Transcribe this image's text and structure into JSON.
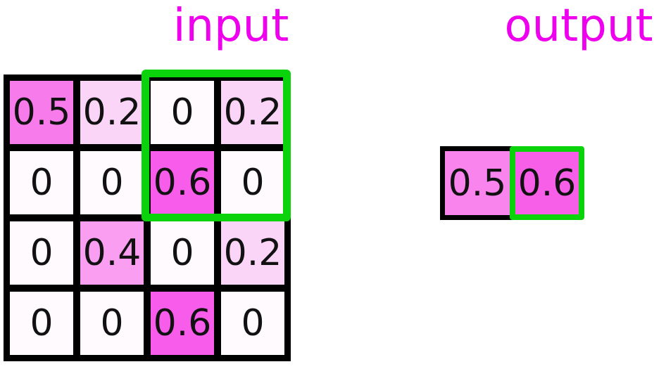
{
  "figure": {
    "description": "max pooling illustration: 4x4 input matrix with highlighted 2x2 pooling window (rows 1-2, cols 3-4) and partial pooled output",
    "input": {
      "title": "input",
      "grid": [
        [
          "0.5",
          "0.2",
          "0",
          "0.2"
        ],
        [
          "0",
          "0",
          "0.6",
          "0"
        ],
        [
          "0",
          "0.4",
          "0",
          "0.2"
        ],
        [
          "0",
          "0",
          "0.6",
          "0"
        ]
      ],
      "cell_colors": [
        [
          "#f87bec",
          "#fbd5f8",
          "#fffafe",
          "#fbd5f8"
        ],
        [
          "#fffafe",
          "#fffafe",
          "#f75cea",
          "#fffafe"
        ],
        [
          "#fffafe",
          "#fa9ef1",
          "#fffafe",
          "#fbd5f8"
        ],
        [
          "#fffafe",
          "#fffafe",
          "#f75cea",
          "#fffafe"
        ]
      ],
      "highlight_window": "rows 1-2 x cols 3-4"
    },
    "output": {
      "title": "output",
      "cells": [
        {
          "value": "0.5",
          "color": "#f984ee",
          "border": "black"
        },
        {
          "value": "0.6",
          "color": "#f75fe9",
          "border": "green-highlight"
        }
      ]
    },
    "colors": {
      "title_text": "#ee00ee",
      "cell_border": "#000000",
      "highlight_green": "#0bd30b",
      "background": "#ffffff",
      "value_text": "#111111",
      "value_scale": {
        "0": "#fffafe",
        "0.2": "#fbd5f8",
        "0.4": "#fa9ef1",
        "0.5": "#f87bec",
        "0.6": "#f75cea"
      }
    }
  }
}
